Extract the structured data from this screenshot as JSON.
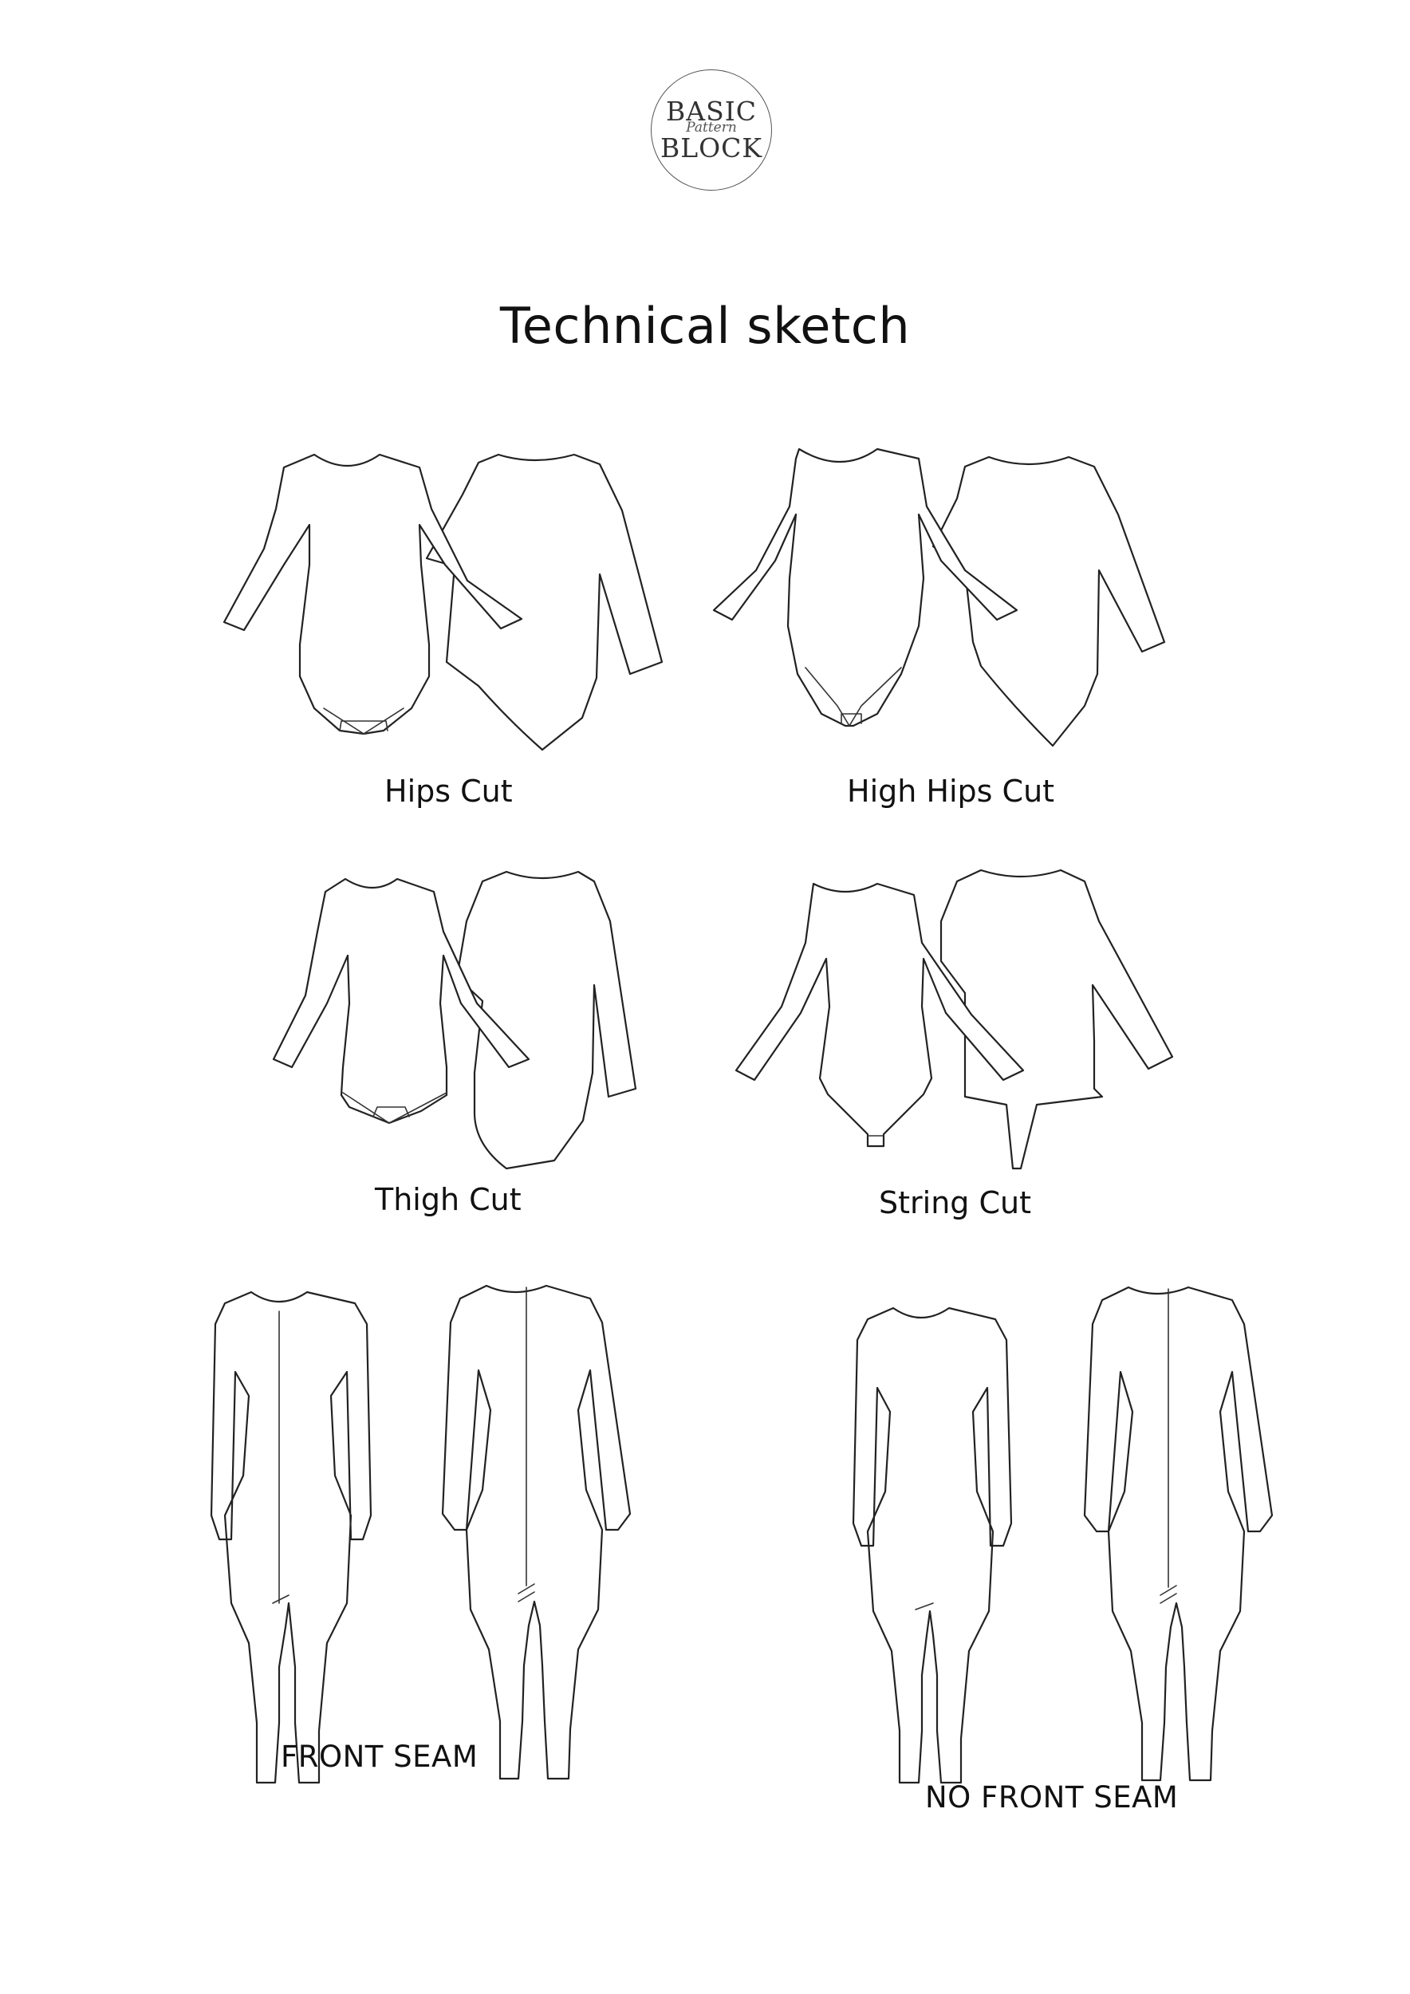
{
  "logo": {
    "line1": "BASIC",
    "script": "Pattern",
    "line2": "BLOCK"
  },
  "title": "Technical sketch",
  "captions": {
    "hips": "Hips Cut",
    "high_hips": "High Hips Cut",
    "thigh": "Thigh Cut",
    "string": "String Cut",
    "front_seam": "FRONT SEAM",
    "no_front_seam": "NO FRONT SEAM"
  }
}
